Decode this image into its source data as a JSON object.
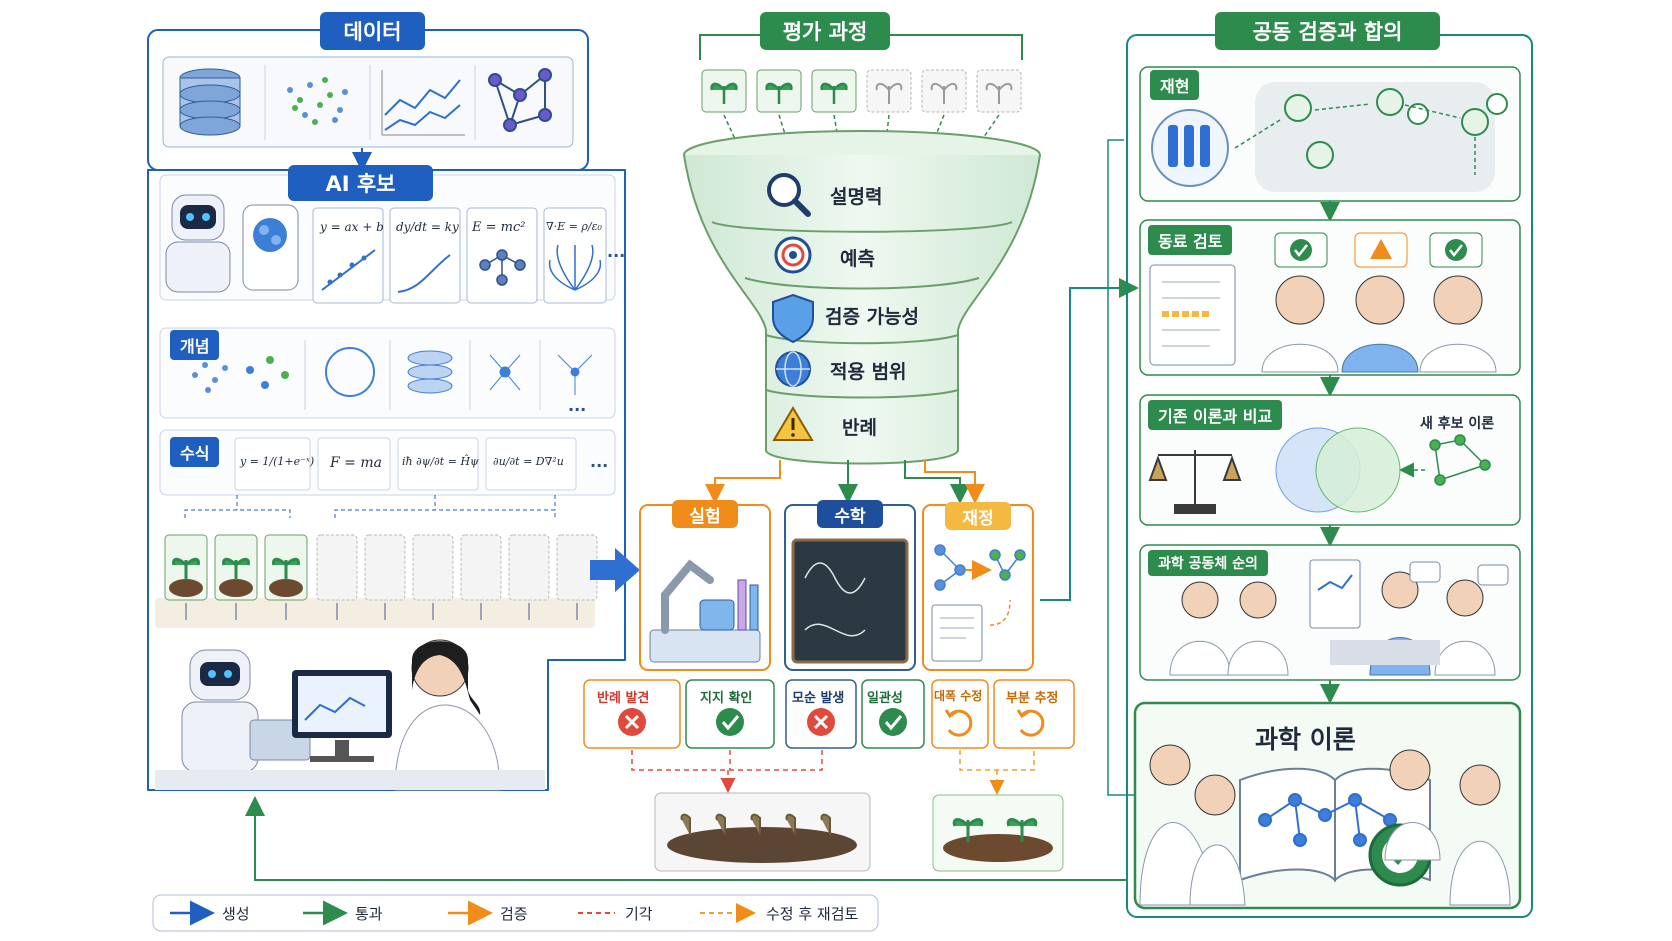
{
  "sections": {
    "data": {
      "title": "데이터"
    },
    "ai_candidates": {
      "title": "AI 후보",
      "concept_label": "개념",
      "formula_label": "수식",
      "more": "...",
      "more2": "...",
      "more3": "..."
    },
    "evaluation": {
      "title": "평가 과정",
      "criteria": [
        "설명력",
        "예측",
        "검증 가능성",
        "적용 범위",
        "반례"
      ]
    },
    "verification": {
      "experiment": {
        "title": "실험",
        "outcomes": [
          "반례 발견",
          "지지 확인"
        ]
      },
      "math": {
        "title": "수학",
        "outcomes": [
          "모순 발생",
          "일관성"
        ]
      },
      "reinterpret": {
        "title": "재정",
        "outcomes": [
          "대폭 수정",
          "부분 추정"
        ]
      }
    },
    "consensus": {
      "title": "공동 검증과 합의",
      "steps": [
        "재현",
        "동료 검토",
        "기존 이론과 비교",
        "과학 공동체 순의"
      ],
      "new_candidate": "새 후보 이론",
      "final": "과학 이론"
    }
  },
  "equations": {
    "candidates": [
      "y = ax + b",
      "dy/dt = ky",
      "E = mc²",
      "∇·E = ρ/ε₀"
    ],
    "formulas": [
      "y = 1/(1+e⁻ˣ)",
      "F = ma",
      "iħ ∂ψ/∂t = Ĥψ",
      "∂u/∂t = D∇²u",
      "..."
    ]
  },
  "legend": [
    {
      "label": "생성",
      "color": "#1f5fbf",
      "style": "solid"
    },
    {
      "label": "통과",
      "color": "#2e8b4e",
      "style": "solid"
    },
    {
      "label": "검증",
      "color": "#f08c1a",
      "style": "solid"
    },
    {
      "label": "기각",
      "color": "#e04a3c",
      "style": "dashed"
    },
    {
      "label": "수정 후 재검토",
      "color": "#f0a030",
      "style": "dashed"
    }
  ],
  "colors": {
    "blue": "#1f5fbf",
    "green": "#2e8b4e",
    "orange": "#f08c1a",
    "red": "#e04a3c"
  }
}
